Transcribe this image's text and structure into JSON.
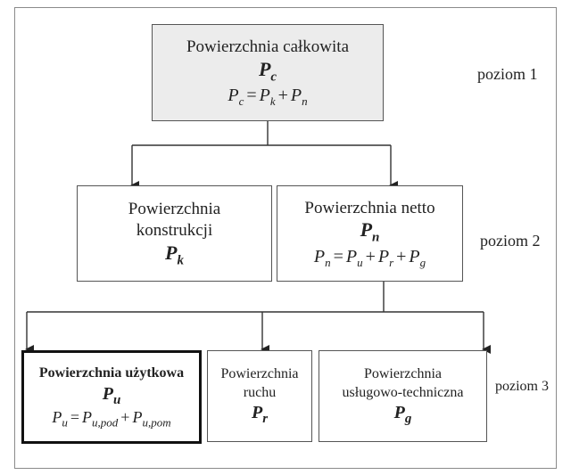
{
  "level1": {
    "label": "poziom 1",
    "total": {
      "title": "Powierzchnia całkowita",
      "symbol": "P",
      "sub": "c",
      "eq": {
        "lhs": "P",
        "lhs_sub": "c",
        "eq": "=",
        "a": "P",
        "a_sub": "k",
        "plus": "+",
        "b": "P",
        "b_sub": "n"
      }
    }
  },
  "level2": {
    "label": "poziom 2",
    "construction": {
      "title_line1": "Powierzchnia",
      "title_line2": "konstrukcji",
      "symbol": "P",
      "sub": "k"
    },
    "net": {
      "title": "Powierzchnia netto",
      "symbol": "P",
      "sub": "n",
      "eq": {
        "lhs": "P",
        "lhs_sub": "n",
        "eq": "=",
        "a": "P",
        "a_sub": "u",
        "plus1": "+",
        "b": "P",
        "b_sub": "r",
        "plus2": "+",
        "c": "P",
        "c_sub": "g"
      }
    }
  },
  "level3": {
    "label": "poziom 3",
    "usable": {
      "title": "Powierzchnia użytkowa",
      "symbol": "P",
      "sub": "u",
      "eq": {
        "lhs": "P",
        "lhs_sub": "u",
        "eq": "=",
        "a": "P",
        "a_sub": "u,pod",
        "plus": "+",
        "b": "P",
        "b_sub": "u,pom"
      }
    },
    "traffic": {
      "title_line1": "Powierzchnia",
      "title_line2": "ruchu",
      "symbol": "P",
      "sub": "r"
    },
    "service": {
      "title_line1": "Powierzchnia",
      "title_line2": "usługowo-techniczna",
      "symbol": "P",
      "sub": "g"
    }
  }
}
